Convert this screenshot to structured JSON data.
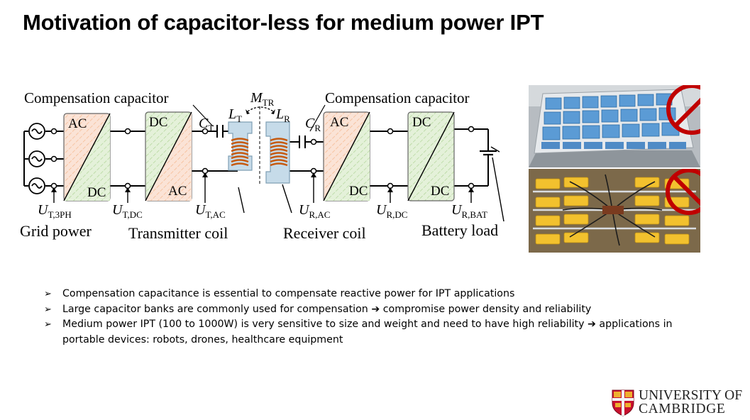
{
  "title": "Motivation of capacitor-less for medium power IPT",
  "diagram": {
    "comp_cap_left": "Compensation capacitor",
    "comp_cap_right": "Compensation capacitor",
    "mutual": {
      "main": "M",
      "sub": "TR"
    },
    "lt": {
      "main": "L",
      "sub": "T"
    },
    "lr": {
      "main": "L",
      "sub": "R"
    },
    "ct": {
      "main": "C",
      "sub": "T"
    },
    "cr": {
      "main": "C",
      "sub": "R"
    },
    "conv1": {
      "top": "AC",
      "bottom": "DC"
    },
    "conv2": {
      "top": "DC",
      "bottom": "AC"
    },
    "conv3": {
      "top": "AC",
      "bottom": "DC"
    },
    "conv4": {
      "top": "DC",
      "bottom": "DC"
    },
    "u_t_3ph": {
      "main": "U",
      "sub": "T,3PH"
    },
    "u_t_dc": {
      "main": "U",
      "sub": "T,DC"
    },
    "u_t_ac": {
      "main": "U",
      "sub": "T,AC"
    },
    "u_r_ac": {
      "main": "U",
      "sub": "R,AC"
    },
    "u_r_dc": {
      "main": "U",
      "sub": "R,DC"
    },
    "u_r_bat": {
      "main": "U",
      "sub": "R,BAT"
    },
    "grid_power": "Grid power",
    "transmitter_coil": "Transmitter coil",
    "receiver_coil": "Receiver coil",
    "battery_load": "Battery load"
  },
  "bullet_marker": "➢",
  "bullets": [
    {
      "text": "Compensation capacitance is essential to compensate reactive power for IPT applications"
    },
    {
      "before": "Large capacitor banks are commonly used for compensation",
      "arrow": "➔",
      "after": "compromise power density and reliability"
    },
    {
      "before": "Medium power IPT (100 to 1000W) is very sensitive to size and weight and need to have high reliability",
      "arrow": "➔",
      "after": "applications in portable devices: robots, drones, healthcare equipment"
    }
  ],
  "logo": {
    "line1": "UNIVERSITY OF",
    "line2": "CAMBRIDGE"
  },
  "colors": {
    "converter_ac_fill": "#fbe3d6",
    "converter_dc_fill": "#e4f1d9",
    "coil_core": "#c6dbe9",
    "winding": "#c55a11",
    "no_sign": "#c00000",
    "capacitor_blue": "#5b9bd5",
    "capacitor_yellow": "#f2c12e"
  },
  "icons": [
    "ac-source-icon",
    "capacitor-icon",
    "battery-icon",
    "no-sign-icon",
    "cambridge-shield-icon"
  ]
}
